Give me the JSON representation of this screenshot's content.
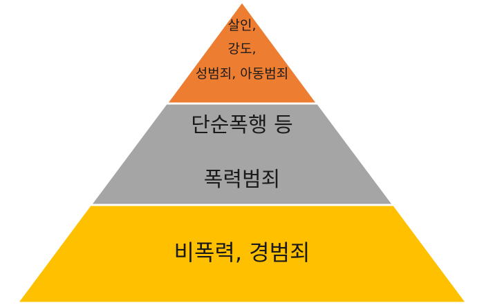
{
  "pyramid": {
    "top": {
      "lines": [
        "살인,",
        "강도,",
        "성범죄, 아동범죄"
      ],
      "color": "#ED7D31"
    },
    "middle": {
      "lines": [
        "단순폭행 등",
        "폭력범죄"
      ],
      "color": "#A5A5A5"
    },
    "bottom": {
      "lines": [
        "비폭력, 경범죄"
      ],
      "color": "#FFC000"
    }
  }
}
